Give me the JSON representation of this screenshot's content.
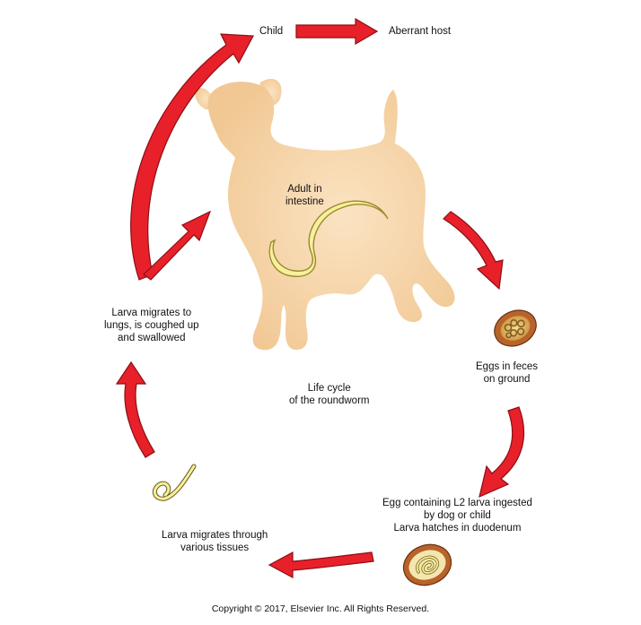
{
  "labels": {
    "child": "Child",
    "aberrant_host": "Aberrant host",
    "adult_in_intestine": [
      "Adult in",
      "intestine"
    ],
    "eggs_in_feces": [
      "Eggs in feces",
      "on ground"
    ],
    "life_cycle": [
      "Life cycle",
      "of the roundworm"
    ],
    "egg_ingested": [
      "Egg containing L2 larva ingested",
      "by dog or child",
      "Larva hatches in duodenum"
    ],
    "larva_tissues": [
      "Larva migrates through",
      "various tissues"
    ],
    "larva_lungs": [
      "Larva migrates to",
      "lungs, is coughed up",
      "and swallowed"
    ]
  },
  "copyright": "Copyright © 2017, Elsevier Inc. All Rights Reserved.",
  "colors": {
    "arrow_fill": "#e8202a",
    "arrow_outline": "#8a0f15",
    "dog_fill": "#f3cfa0",
    "worm_fill": "#f6f09a",
    "worm_outline": "#9a8a30",
    "egg_shell": "#b8632a",
    "egg_inner": "#e8c870"
  }
}
